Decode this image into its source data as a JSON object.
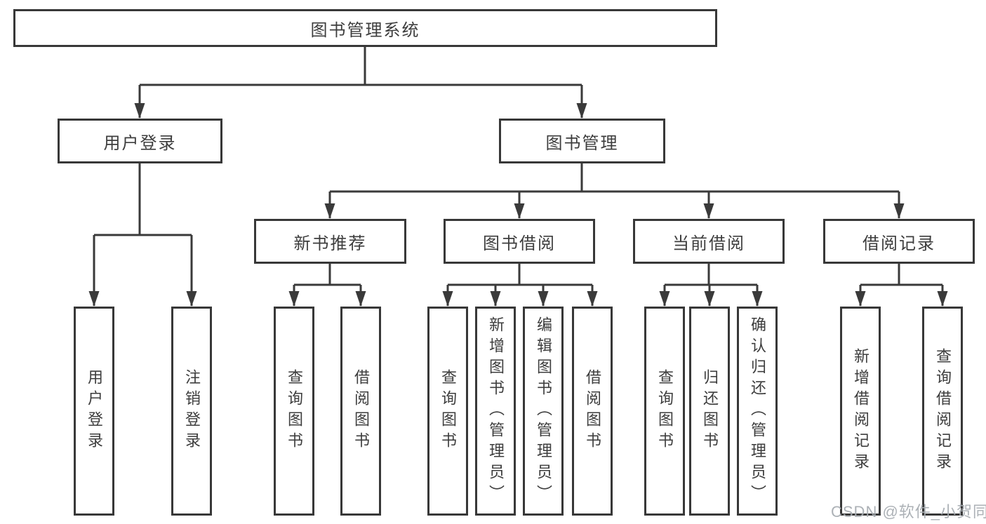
{
  "diagram": {
    "root": {
      "label": "图书管理系统"
    },
    "level2": [
      {
        "label": "用户登录"
      },
      {
        "label": "图书管理"
      }
    ],
    "level3": [
      {
        "label": "新书推荐"
      },
      {
        "label": "图书借阅"
      },
      {
        "label": "当前借阅"
      },
      {
        "label": "借阅记录"
      }
    ],
    "leaves": {
      "login": [
        {
          "label": "用户登录"
        },
        {
          "label": "注销登录"
        }
      ],
      "recommend": [
        {
          "label": "查询图书"
        },
        {
          "label": "借阅图书"
        }
      ],
      "borrow": [
        {
          "label": "查询图书"
        },
        {
          "label": "新增图书（管理员）"
        },
        {
          "label": "编辑图书（管理员）"
        },
        {
          "label": "借阅图书"
        }
      ],
      "current": [
        {
          "label": "查询图书"
        },
        {
          "label": "归还图书"
        },
        {
          "label": "确认归还（管理员）"
        }
      ],
      "records": [
        {
          "label": "新增借阅记录"
        },
        {
          "label": "查询借阅记录"
        }
      ]
    }
  },
  "watermark": {
    "text": "CSDN @软件_小贺同学"
  },
  "colors": {
    "line": "#3a3a3a",
    "box_border": "#383838",
    "text": "#3d3d3d",
    "watermark": "#a8adb2",
    "background": "#ffffff"
  }
}
